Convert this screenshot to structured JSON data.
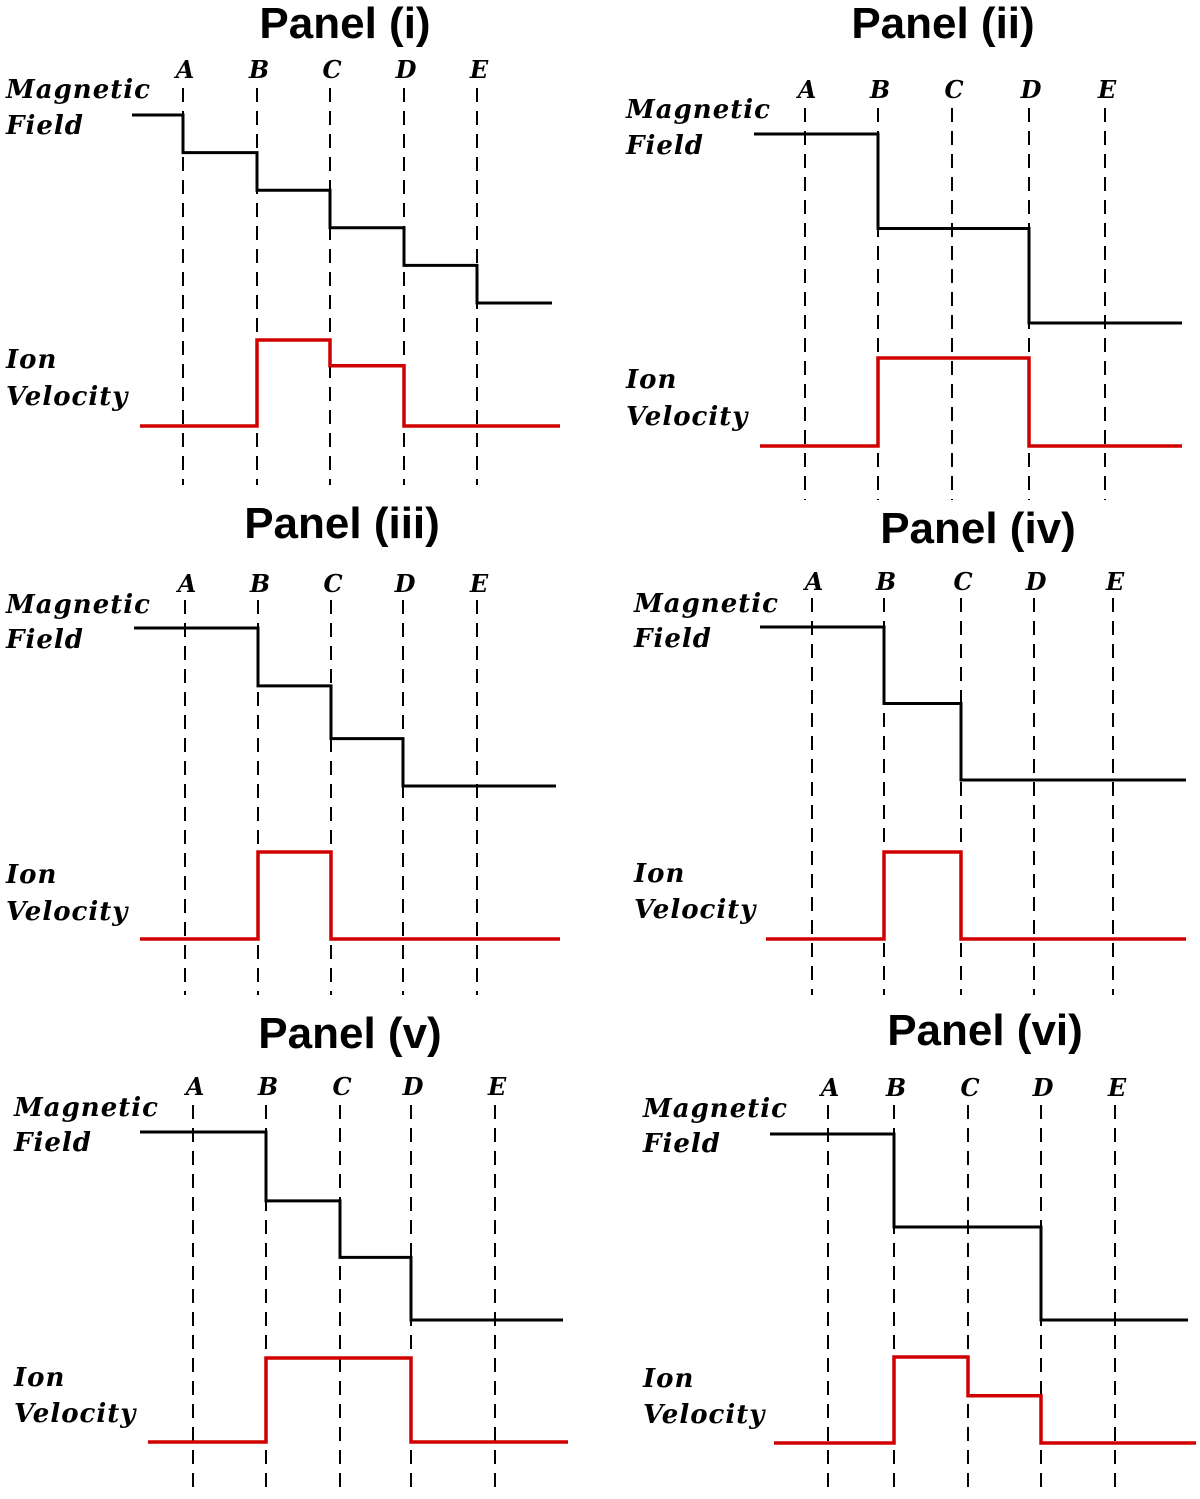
{
  "figure": {
    "markers": [
      "A",
      "B",
      "C",
      "D",
      "E"
    ],
    "field_label": [
      "Magnetic",
      "Field"
    ],
    "velocity_label": [
      "Ion",
      "Velocity"
    ],
    "colors": {
      "magnetic_field": "#000000",
      "ion_velocity": "#d00000",
      "guides": "#000000"
    },
    "panels": [
      {
        "title": "Panel (i)",
        "field_levels": [
          5,
          4,
          3,
          2,
          1,
          0
        ],
        "velocity_levels": [
          0,
          0,
          2,
          1.4,
          0,
          0
        ]
      },
      {
        "title": "Panel (ii)",
        "field_levels": [
          2,
          2,
          1,
          1,
          0,
          0
        ],
        "velocity_levels": [
          0,
          0,
          1,
          1,
          0,
          0
        ]
      },
      {
        "title": "Panel (iii)",
        "field_levels": [
          3,
          3,
          1.9,
          0.9,
          0,
          0
        ],
        "velocity_levels": [
          0,
          0,
          1,
          0,
          0,
          0
        ]
      },
      {
        "title": "Panel (iv)",
        "field_levels": [
          2,
          2,
          1,
          0,
          0,
          0
        ],
        "velocity_levels": [
          0,
          0,
          1,
          0,
          0,
          0
        ]
      },
      {
        "title": "Panel (v)",
        "field_levels": [
          3,
          3,
          1.9,
          1,
          0,
          0
        ],
        "velocity_levels": [
          0,
          0,
          1,
          1,
          0,
          0
        ]
      },
      {
        "title": "Panel (vi)",
        "field_levels": [
          2,
          2,
          1,
          1,
          0,
          0
        ],
        "velocity_levels": [
          0,
          0,
          1,
          0.55,
          0,
          0
        ]
      }
    ]
  }
}
